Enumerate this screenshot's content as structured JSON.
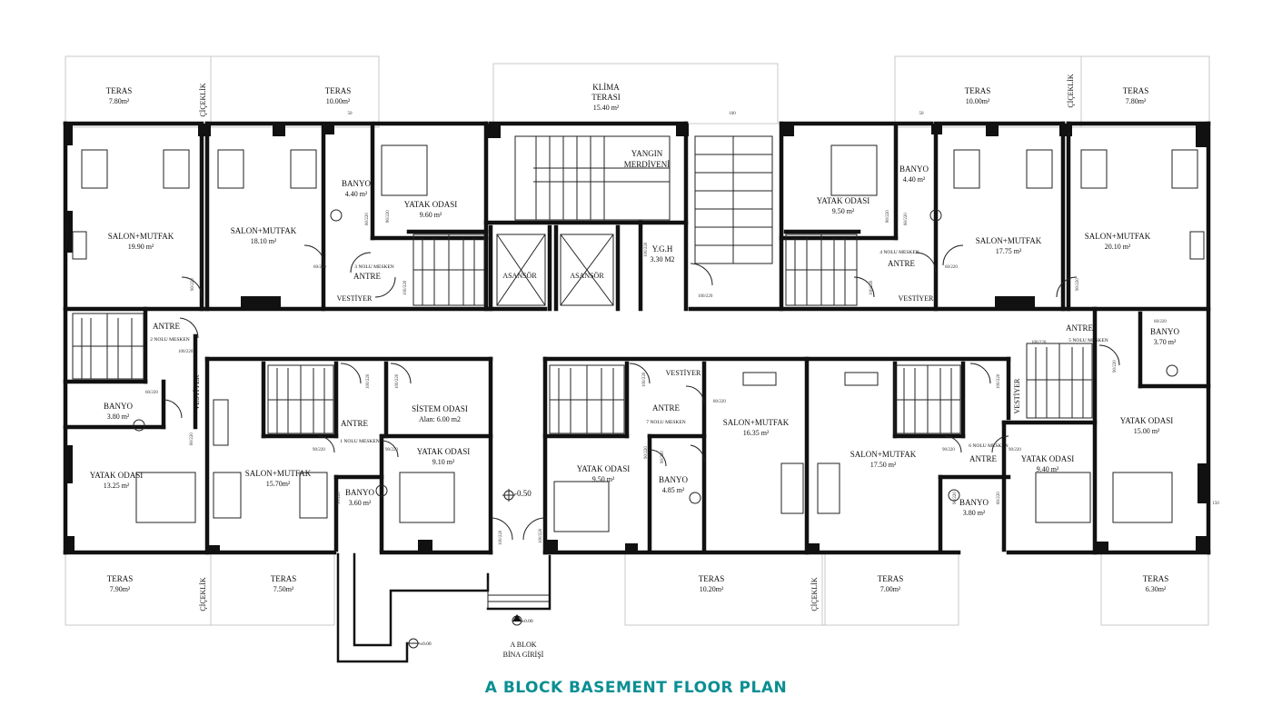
{
  "title": "A BLOCK BASEMENT FLOOR PLAN",
  "rooms": [
    {
      "id": "r1",
      "name": "TERAS",
      "area": "7.80m²"
    },
    {
      "id": "r2",
      "name": "TERAS",
      "area": "10.00m²"
    },
    {
      "id": "r3",
      "name": "KLİMA",
      "area": "TERASI"
    },
    {
      "id": "r3b",
      "name": "",
      "area": "15.40 m²"
    },
    {
      "id": "r4",
      "name": "TERAS",
      "area": "10.00m²"
    },
    {
      "id": "r5",
      "name": "TERAS",
      "area": "7.80m²"
    },
    {
      "id": "r6",
      "name": "SALON+MUTFAK",
      "area": "19.90 m²"
    },
    {
      "id": "r7",
      "name": "SALON+MUTFAK",
      "area": "18.10 m²"
    },
    {
      "id": "r8",
      "name": "BANYO",
      "area": "4.40 m²"
    },
    {
      "id": "r9",
      "name": "YATAK ODASI",
      "area": "9.60 m²"
    },
    {
      "id": "r10",
      "name": "YANGIN",
      "area": "MERDİVENİ"
    },
    {
      "id": "r11",
      "name": "Y.G.H",
      "area": "3.30 M2"
    },
    {
      "id": "r12",
      "name": "BANYO",
      "area": "4.40 m²"
    },
    {
      "id": "r13",
      "name": "YATAK ODASI",
      "area": "9.50 m²"
    },
    {
      "id": "r14",
      "name": "SALON+MUTFAK",
      "area": "17.75 m²"
    },
    {
      "id": "r15",
      "name": "SALON+MUTFAK",
      "area": "20.10 m²"
    },
    {
      "id": "r16",
      "name": "ANTRE",
      "area": "2 NOLU MESKEN"
    },
    {
      "id": "r17",
      "name": "BANYO",
      "area": "3.80 m²"
    },
    {
      "id": "r18",
      "name": "YATAK ODASI",
      "area": "13.25 m²"
    },
    {
      "id": "r19",
      "name": "ANTRE",
      "area": "1 NOLU MESKEN"
    },
    {
      "id": "r20",
      "name": "SALON+MUTFAK",
      "area": "15.70m²"
    },
    {
      "id": "r21",
      "name": "BANYO",
      "area": "3.60 m²"
    },
    {
      "id": "r22",
      "name": "YATAK ODASI",
      "area": "9.10 m²"
    },
    {
      "id": "r23",
      "name": "SİSTEM ODASI",
      "area": "Alan: 6.00 m2"
    },
    {
      "id": "r24",
      "name": "ANTRE",
      "area": "7 NOLU MESKEN"
    },
    {
      "id": "r25",
      "name": "YATAK ODASI",
      "area": "9.50 m²"
    },
    {
      "id": "r26",
      "name": "BANYO",
      "area": "4.85 m²"
    },
    {
      "id": "r27",
      "name": "SALON+MUTFAK",
      "area": "16.35 m²"
    },
    {
      "id": "r28",
      "name": "SALON+MUTFAK",
      "area": "17.50 m²"
    },
    {
      "id": "r29",
      "name": "ANTRE",
      "area": "6 NOLU MESKEN"
    },
    {
      "id": "r30",
      "name": "YATAK ODASI",
      "area": "9.40 m²"
    },
    {
      "id": "r31",
      "name": "BANYO",
      "area": "3.80 m²"
    },
    {
      "id": "r32",
      "name": "ANTRE",
      "area": "5 NOLU MESKEN"
    },
    {
      "id": "r33",
      "name": "BANYO",
      "area": "3.70 m²"
    },
    {
      "id": "r34",
      "name": "YATAK ODASI",
      "area": "15.00 m²"
    },
    {
      "id": "r35",
      "name": "TERAS",
      "area": "7.90m²"
    },
    {
      "id": "r36",
      "name": "TERAS",
      "area": "7.50m²"
    },
    {
      "id": "r37",
      "name": "TERAS",
      "area": "10.20m²"
    },
    {
      "id": "r38",
      "name": "TERAS",
      "area": "7.00m²"
    },
    {
      "id": "r39",
      "name": "TERAS",
      "area": "6.30m²"
    }
  ],
  "labels": {
    "antre_top_left": "ANTRE",
    "mesken3": "3 NOLU MESKEN",
    "antre_top_right": "ANTRE",
    "mesken4": "4 NOLU MESKEN",
    "vestiyer": "VESTİYER",
    "asansor": "ASANSÖR",
    "cicek": "ÇİÇEKLİK",
    "elev_050": "-0.50",
    "elev_000": "±0.00",
    "entrance_1": "A BLOK",
    "entrance_2": "BİNA GİRİŞİ",
    "door_90_220": "90/220",
    "door_80_220": "80/220",
    "door_60_220": "60/220",
    "door_100_220": "100/220",
    "dim_100": "100",
    "dim_50": "50",
    "dim_150": "150"
  }
}
